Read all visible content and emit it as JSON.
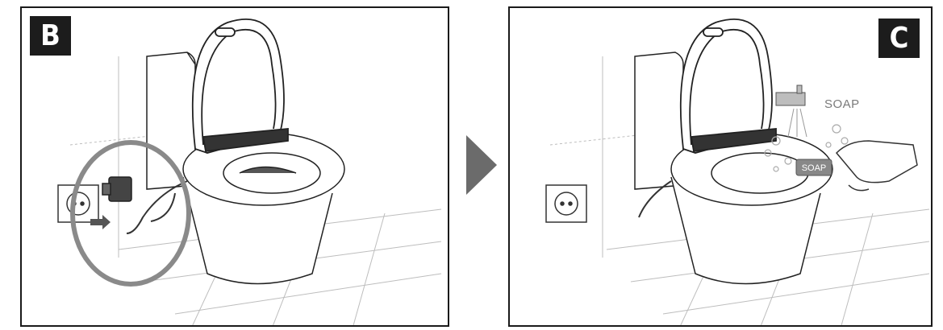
{
  "panels": {
    "b": {
      "badge": "B"
    },
    "c": {
      "badge": "C",
      "soap_label": "SOAP",
      "soap_bar_text": "SOAP"
    }
  },
  "colors": {
    "badge_bg": "#1c1c1c",
    "arrow": "#6b6b6b",
    "highlight_circle": "#8a8a8a",
    "line": "#222222"
  },
  "icons": [
    "right-arrow-icon",
    "toilet-illustration",
    "wall-socket-icon",
    "plug-icon",
    "faucet-icon",
    "hand-icon"
  ]
}
